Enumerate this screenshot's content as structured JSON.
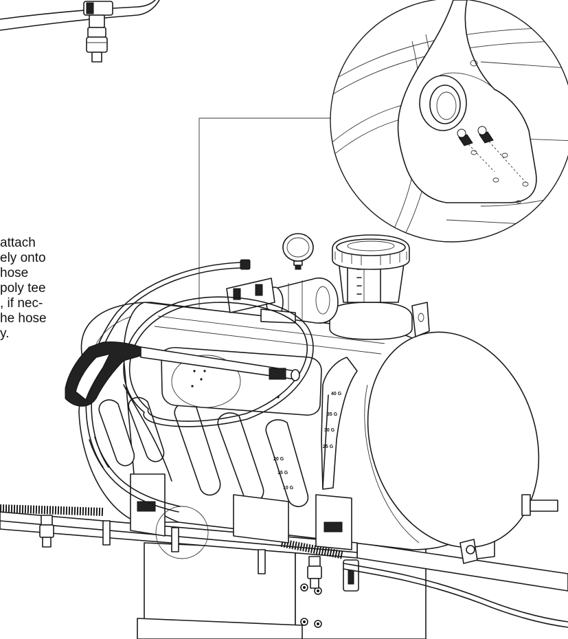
{
  "instruction": {
    "lines": [
      "attach",
      "ely onto",
      "hose",
      "poly tee",
      ", if nec-",
      "he hose",
      "y."
    ]
  },
  "tank_gauge_labels": [
    "40 G",
    "35 G",
    "30 G",
    "25 G",
    "20 G",
    "15 G",
    "10 G"
  ],
  "icons": {
    "sprayer": "spot-sprayer-tank-illustration",
    "detail": "mounting-bracket-detail-magnifier",
    "wand": "spray-wand-handle-icon",
    "gauge": "pressure-gauge-icon",
    "pump": "pump-motor-icon",
    "nozzle": "boom-nozzle-icon"
  }
}
